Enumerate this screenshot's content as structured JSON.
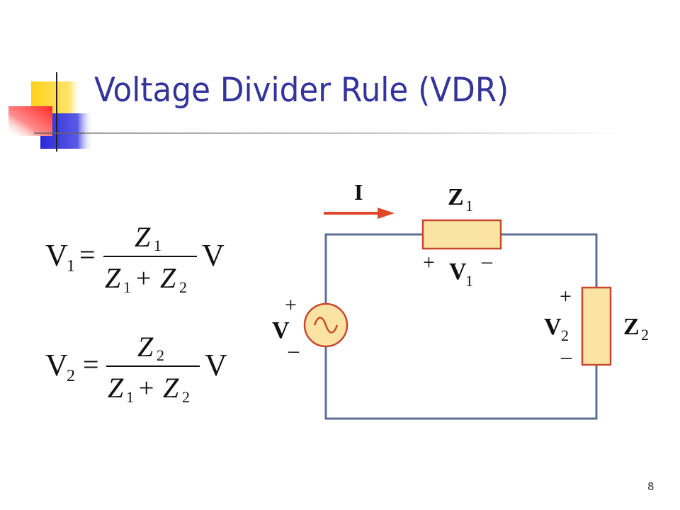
{
  "slide": {
    "title": "Voltage Divider Rule (VDR)",
    "page_number": "8"
  },
  "formulas": [
    {
      "lhs": "V",
      "lhs_sub": "1",
      "eq": "=",
      "num": "Z",
      "num_sub": "1",
      "den_a": "Z",
      "den_a_sub": "1",
      "plus": "+",
      "den_b": "Z",
      "den_b_sub": "2",
      "rhs": "V"
    },
    {
      "lhs": "V",
      "lhs_sub": "2",
      "eq": "=",
      "num": "Z",
      "num_sub": "2",
      "den_a": "Z",
      "den_a_sub": "1",
      "plus": "+",
      "den_b": "Z",
      "den_b_sub": "2",
      "rhs": "V"
    }
  ],
  "circuit": {
    "current_label": "I",
    "z1": {
      "main": "Z",
      "sub": "1"
    },
    "z2": {
      "main": "Z",
      "sub": "2"
    },
    "v1": {
      "main": "V",
      "sub": "1",
      "plus": "+",
      "minus": "–"
    },
    "v2": {
      "main": "V",
      "sub": "2",
      "plus": "+",
      "minus": "–"
    },
    "source": {
      "main": "V",
      "plus": "+",
      "minus": "–"
    }
  },
  "colors": {
    "title": "#33339a",
    "wire": "#5f6f94",
    "component_fill": "#fbe3a4",
    "component_stroke": "#c9472d",
    "arrow": "#e04628"
  }
}
